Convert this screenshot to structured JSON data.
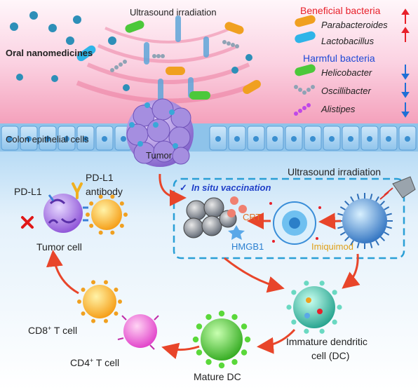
{
  "top": {
    "ultrasound_label": "Ultrasound irradiation",
    "oral_label": "Oral nanomedicines",
    "colon_label": "Colon epithelial cells",
    "tumor_label": "Tumor"
  },
  "legend": {
    "beneficial_title": "Beneficial bacteria",
    "beneficial_items": [
      "Parabacteroides",
      "Lactobacillus"
    ],
    "harmful_title": "Harmful bacteria",
    "harmful_items": [
      "Helicobacter",
      "Oscillibacter",
      "Alistipes"
    ],
    "colors": {
      "beneficial": "#e8202a",
      "harmful": "#1f49d6"
    }
  },
  "vaccination": {
    "ultrasound_label": "Ultrasound irradiation",
    "title": "In situ vaccination",
    "check_icon": "check-icon",
    "crt_label": "CRT",
    "hmgb1_label": "HMGB1",
    "imiquimod_label": "Imiquimod"
  },
  "immune": {
    "pdl1_label": "PD-L1",
    "pdl1_antibody_line1": "PD-L1",
    "pdl1_antibody_line2": "antibody",
    "tumor_cell_label": "Tumor cell",
    "cd8_prefix": "CD8",
    "cd8_sup": "+",
    "cd8_suffix": " T cell",
    "cd4_prefix": "CD4",
    "cd4_sup": "+",
    "cd4_suffix": " T cell",
    "mature_dc_label": "Mature DC",
    "immature_dc_line1": "Immature dendritic",
    "immature_dc_line2": "cell (DC)",
    "block_icon": "cross-icon"
  }
}
